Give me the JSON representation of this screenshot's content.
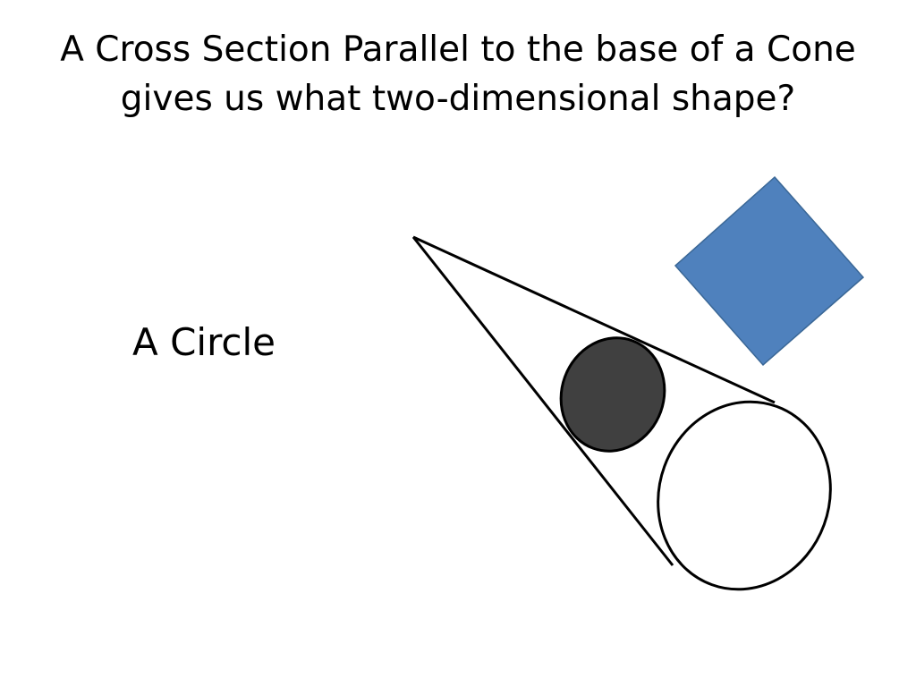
{
  "slide": {
    "title": "A Cross Section Parallel to the base of a Cone gives us what two-dimensional shape?",
    "answer": "A Circle"
  },
  "diagram": {
    "shapes": [
      {
        "name": "cone",
        "fill": "#ffffff",
        "stroke": "#000000"
      },
      {
        "name": "cross-section",
        "fill": "#404040",
        "stroke": "#000000"
      },
      {
        "name": "square",
        "fill": "#4f81bd",
        "stroke": "#3a6796"
      }
    ]
  }
}
